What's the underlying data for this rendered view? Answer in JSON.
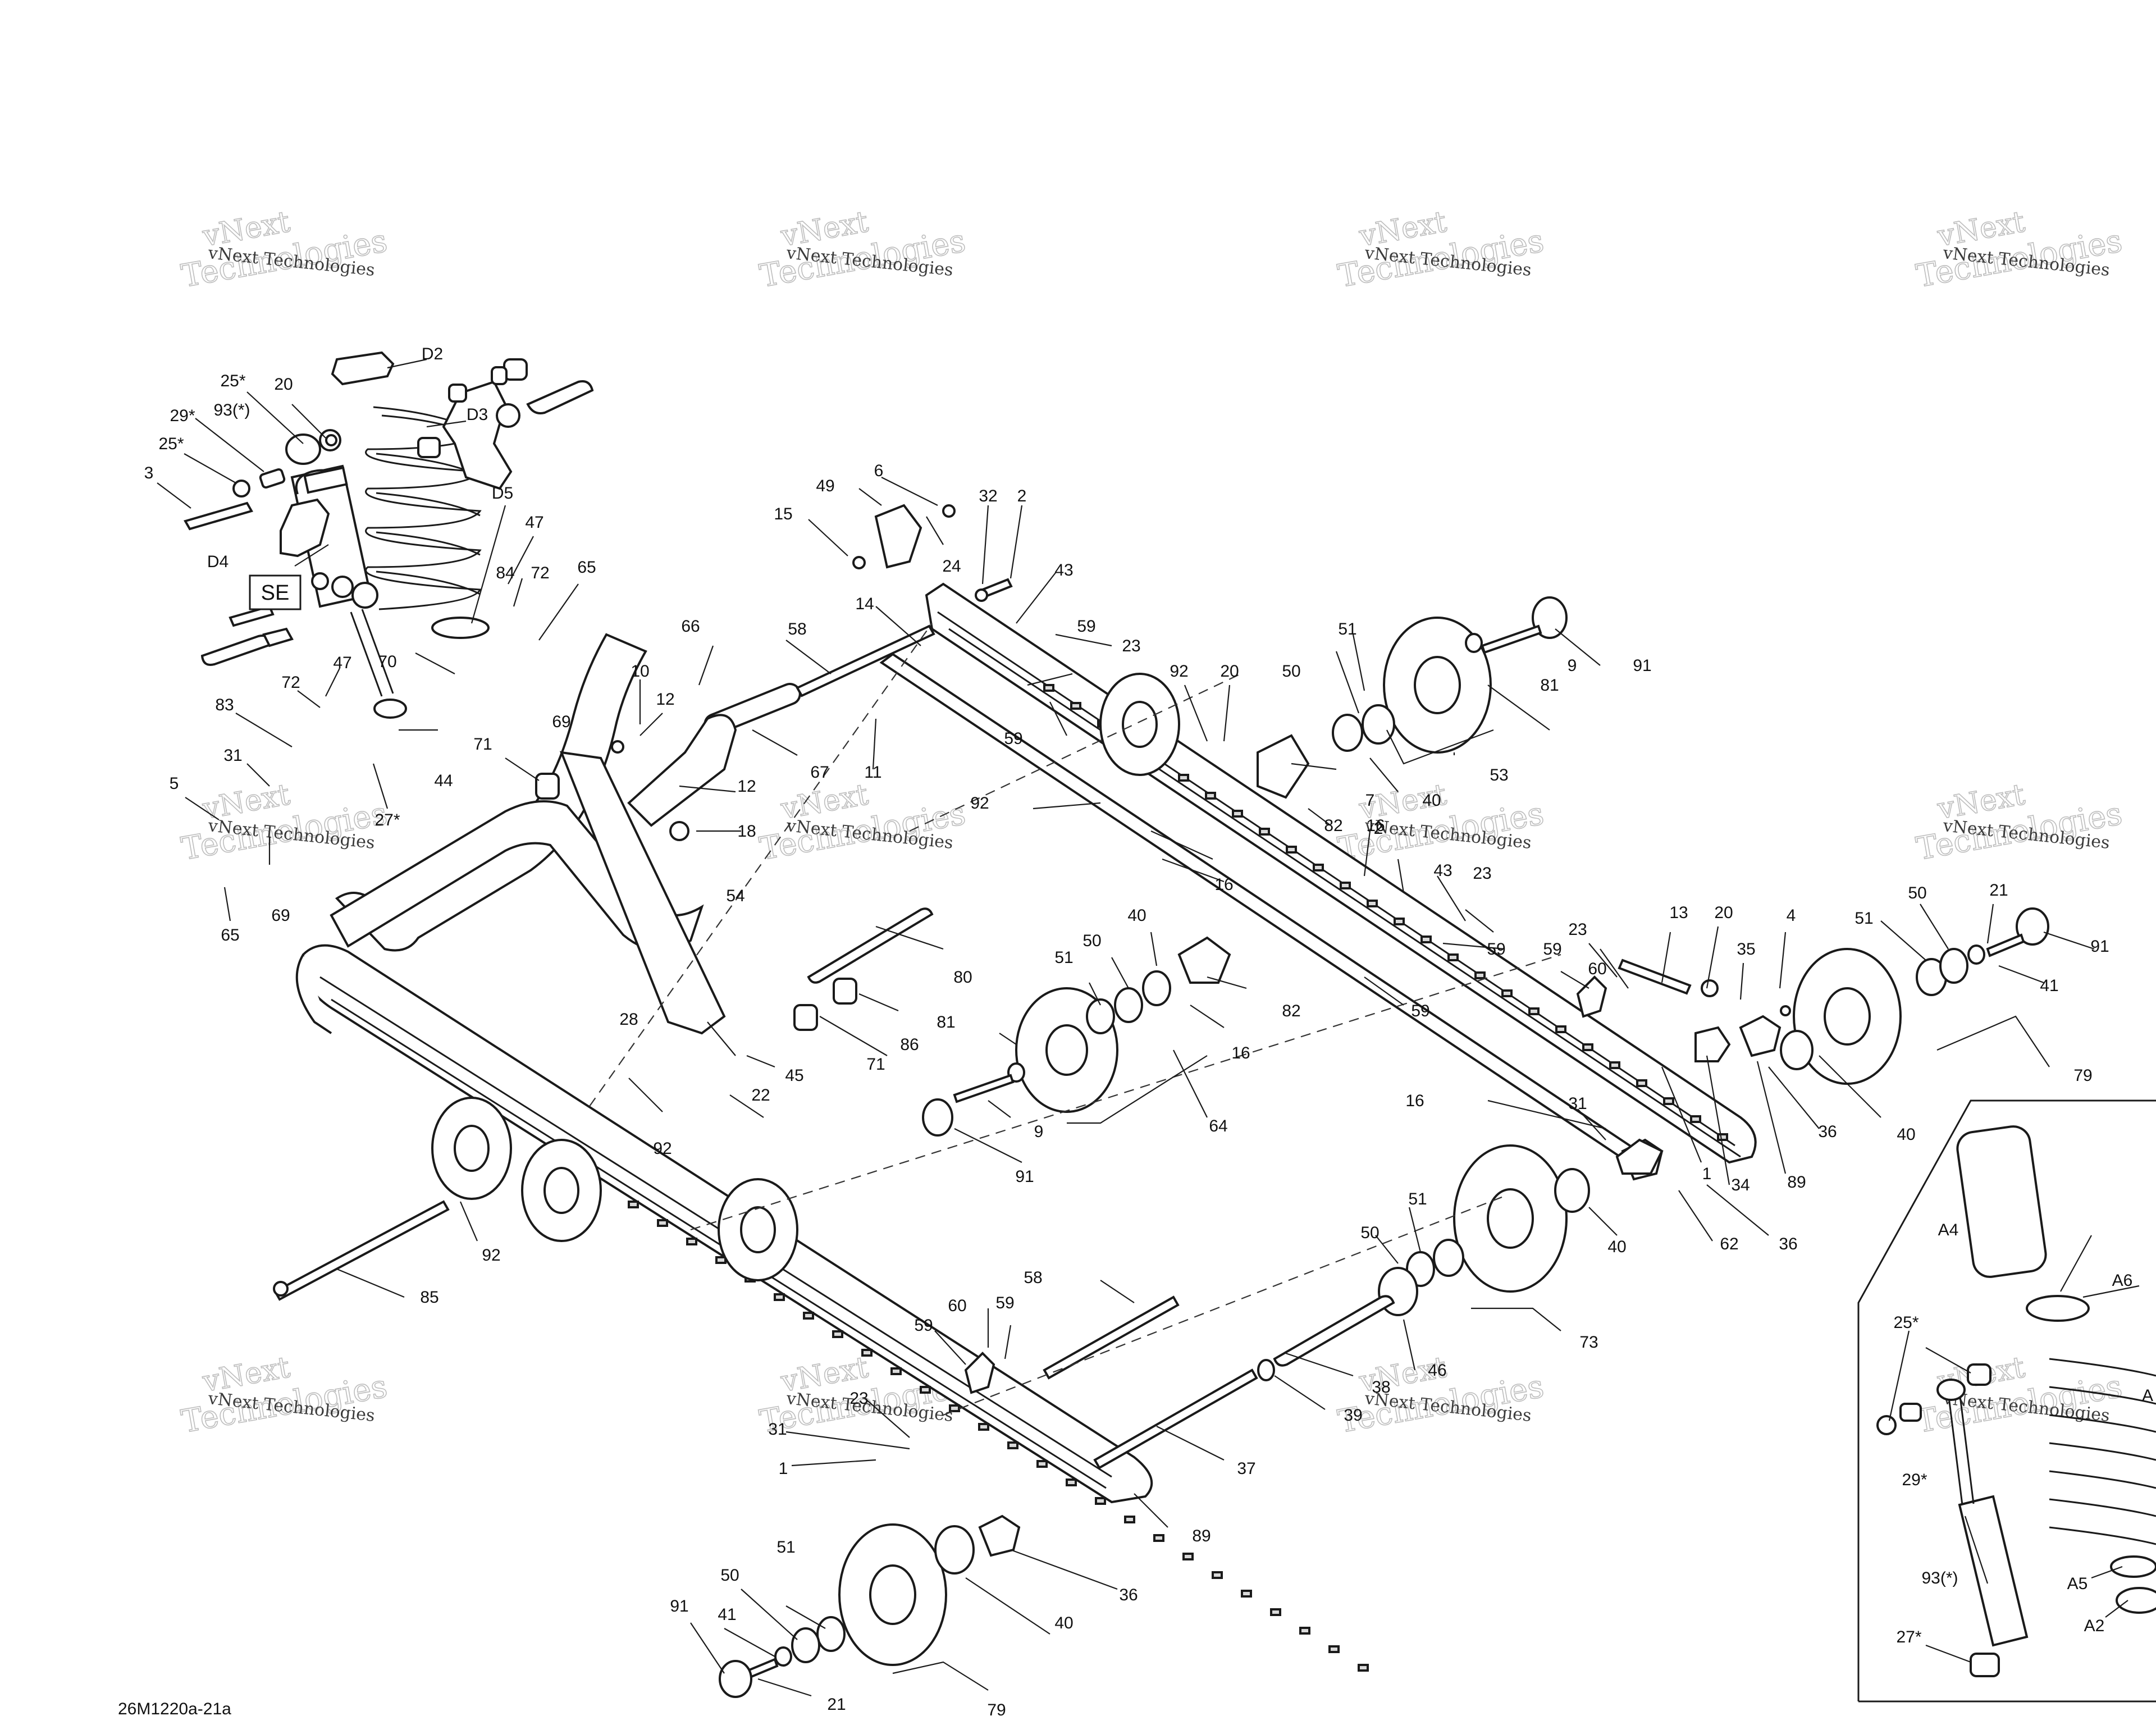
{
  "diagram_code": "26M1220a-21a",
  "section_badge": "SE",
  "watermark": {
    "line1": "vNext",
    "line2": "Technologies",
    "small": "vNext Technologies"
  },
  "callouts": {
    "c_D2": "D2",
    "c_D3": "D3",
    "c_D4": "D4",
    "c_D5": "D5",
    "c_25a": "25*",
    "c_20a": "20",
    "c_29a": "29*",
    "c_93a": "93(*)",
    "c_25b": "25*",
    "c_3": "3",
    "c_47a": "47",
    "c_84": "84",
    "c_72a": "72",
    "c_65a": "65",
    "c_70": "70",
    "c_72b": "72",
    "c_47b": "47",
    "c_83": "83",
    "c_31a": "31",
    "c_5": "5",
    "c_69a": "69",
    "c_27a": "27*",
    "c_44": "44",
    "c_69b": "69",
    "c_71a": "71",
    "c_65b": "65",
    "c_66": "66",
    "c_10": "10",
    "c_12a": "12",
    "c_12b": "12",
    "c_18": "18",
    "c_58a": "58",
    "c_67": "67",
    "c_11": "11",
    "c_14": "14",
    "c_15": "15",
    "c_49": "49",
    "c_6": "6",
    "c_24": "24",
    "c_32": "32",
    "c_2a": "2",
    "c_43a": "43",
    "c_23a": "23",
    "c_59a": "59",
    "c_59b": "59",
    "c_92a": "92",
    "c_20b": "20",
    "c_51a": "51",
    "c_50a": "50",
    "c_9a": "9",
    "c_81a": "81",
    "c_91a": "91",
    "c_53": "53",
    "c_7": "7",
    "c_40a": "40",
    "c_82a": "82",
    "c_16a": "16",
    "c_16b": "16",
    "c_2b": "2",
    "c_43b": "43",
    "c_23b": "23",
    "c_59c": "59",
    "c_59d": "59",
    "c_92b": "92",
    "c_54": "54",
    "c_80": "80",
    "c_86": "86",
    "c_71b": "71",
    "c_28": "28",
    "c_45": "45",
    "c_22": "22",
    "c_92c": "92",
    "c_81b": "81",
    "c_9b": "9",
    "c_91b": "91",
    "c_51b": "51",
    "c_50b": "50",
    "c_40b": "40",
    "c_16c": "16",
    "c_82b": "82",
    "c_64": "64",
    "c_85": "85",
    "c_92d": "92",
    "c_13": "13",
    "c_20c": "20",
    "c_4": "4",
    "c_23c": "23",
    "c_59e": "59",
    "c_60a": "60",
    "c_35": "35",
    "c_51c": "51",
    "c_50c": "50",
    "c_21a": "21",
    "c_91c": "91",
    "c_41a": "41",
    "c_79a": "79",
    "c_40c": "40",
    "c_36a": "36",
    "c_89a": "89",
    "c_34": "34",
    "c_1a": "1",
    "c_31b": "31",
    "c_16d": "16",
    "c_36b": "36",
    "c_62": "62",
    "c_40d": "40",
    "c_51d": "51",
    "c_50d": "50",
    "c_46": "46",
    "c_73": "73",
    "c_58b": "58",
    "c_38": "38",
    "c_39": "39",
    "c_37": "37",
    "c_60b": "60",
    "c_59f": "59",
    "c_59g": "59",
    "c_23d": "23",
    "c_31c": "31",
    "c_1b": "1",
    "c_89b": "89",
    "c_36c": "36",
    "c_40e": "40",
    "c_51e": "51",
    "c_50e": "50",
    "c_91d": "91",
    "c_41b": "41",
    "c_21b": "21",
    "c_79b": "79",
    "c_A4": "A4",
    "c_A6": "A6",
    "c_25c": "25*",
    "c_A3": "A",
    "c_29b": "29*",
    "c_93b": "93(*)",
    "c_A5": "A5",
    "c_A2": "A2",
    "c_27b": "27*"
  }
}
